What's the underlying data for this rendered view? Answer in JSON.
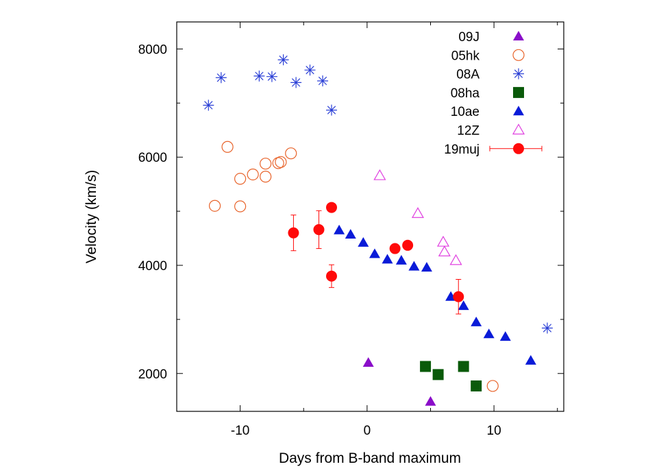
{
  "chart_data": {
    "type": "scatter",
    "title": "",
    "xlabel": "Days from B-band maximum",
    "ylabel": "Velocity (km/s)",
    "xlim": [
      -15,
      15.5
    ],
    "ylim": [
      1300,
      8500
    ],
    "xticks": [
      -10,
      0,
      10
    ],
    "yticks": [
      2000,
      4000,
      6000,
      8000
    ],
    "grid": false,
    "legend_position": "top-right",
    "series": [
      {
        "name": "09J",
        "marker": "triangle-filled",
        "color": "#8a0ec9",
        "points": [
          [
            0.1,
            2200
          ],
          [
            5.0,
            1480
          ]
        ]
      },
      {
        "name": "05hk",
        "marker": "circle-open",
        "color": "#e8632a",
        "points": [
          [
            -12.0,
            5100
          ],
          [
            -11.0,
            6190
          ],
          [
            -10.0,
            5600
          ],
          [
            -10.0,
            5090
          ],
          [
            -9.0,
            5680
          ],
          [
            -8.0,
            5880
          ],
          [
            -8.0,
            5640
          ],
          [
            -7.0,
            5890
          ],
          [
            -6.8,
            5910
          ],
          [
            -6.0,
            6070
          ],
          [
            9.9,
            1770
          ]
        ]
      },
      {
        "name": "08A",
        "marker": "asterisk",
        "color": "#2a3fd6",
        "points": [
          [
            -12.5,
            6960
          ],
          [
            -11.5,
            7470
          ],
          [
            -8.5,
            7500
          ],
          [
            -7.5,
            7490
          ],
          [
            -6.6,
            7800
          ],
          [
            -5.6,
            7380
          ],
          [
            -4.5,
            7610
          ],
          [
            -3.5,
            7410
          ],
          [
            -2.8,
            6870
          ],
          [
            14.2,
            2840
          ]
        ]
      },
      {
        "name": "08ha",
        "marker": "square-filled",
        "color": "#0a5a0a",
        "points": [
          [
            4.6,
            2130
          ],
          [
            5.6,
            1980
          ],
          [
            7.6,
            2130
          ],
          [
            8.6,
            1770
          ]
        ]
      },
      {
        "name": "10ae",
        "marker": "triangle-filled",
        "color": "#0a1bd8",
        "points": [
          [
            -2.2,
            4650
          ],
          [
            -1.3,
            4570
          ],
          [
            -0.3,
            4420
          ],
          [
            0.6,
            4210
          ],
          [
            1.6,
            4110
          ],
          [
            2.7,
            4090
          ],
          [
            3.7,
            3980
          ],
          [
            4.7,
            3960
          ],
          [
            6.6,
            3420
          ],
          [
            7.6,
            3250
          ],
          [
            8.6,
            2950
          ],
          [
            9.6,
            2730
          ],
          [
            10.9,
            2680
          ],
          [
            12.9,
            2240
          ]
        ]
      },
      {
        "name": "12Z",
        "marker": "triangle-open",
        "color": "#e040e0",
        "points": [
          [
            1.0,
            5660
          ],
          [
            4.0,
            4960
          ],
          [
            6.0,
            4430
          ],
          [
            6.1,
            4250
          ],
          [
            7.0,
            4090
          ]
        ]
      },
      {
        "name": "19muj",
        "marker": "circle-filled",
        "color": "#ff0a0a",
        "points": [
          [
            -5.8,
            4600,
            330
          ],
          [
            -3.8,
            4660,
            350
          ],
          [
            -2.8,
            5070,
            0
          ],
          [
            -2.8,
            3800,
            210
          ],
          [
            2.2,
            4310,
            0
          ],
          [
            3.2,
            4370,
            0
          ],
          [
            7.2,
            3420,
            320
          ]
        ]
      }
    ]
  }
}
